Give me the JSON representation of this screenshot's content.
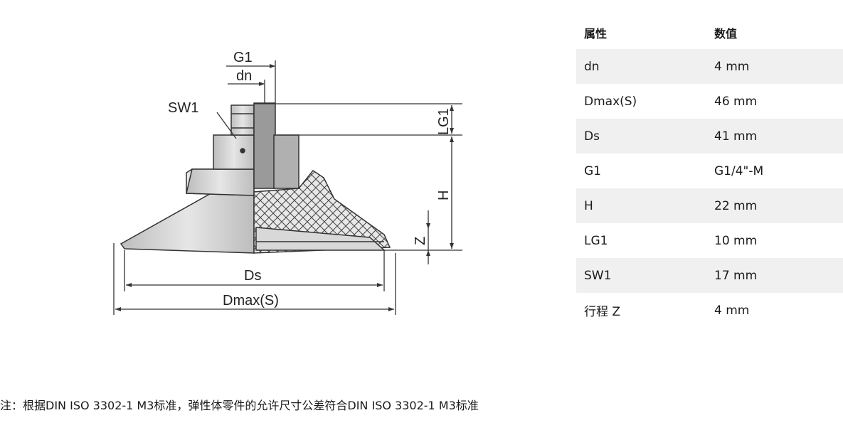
{
  "drawing": {
    "labels": {
      "g1": "G1",
      "dn": "dn",
      "sw1": "SW1",
      "lg1": "LG1",
      "h": "H",
      "z": "Z",
      "ds": "Ds",
      "dmax": "Dmax(S)"
    }
  },
  "table": {
    "headers": [
      "属性",
      "数值"
    ],
    "rows": [
      {
        "name": "dn",
        "value": "4 mm"
      },
      {
        "name": "Dmax(S)",
        "value": "46 mm"
      },
      {
        "name": "Ds",
        "value": "41 mm"
      },
      {
        "name": "G1",
        "value": "G1/4\"-M"
      },
      {
        "name": "H",
        "value": "22 mm"
      },
      {
        "name": "LG1",
        "value": "10 mm"
      },
      {
        "name": "SW1",
        "value": "17 mm"
      },
      {
        "name": "行程 Z",
        "value": "4 mm"
      }
    ]
  },
  "note": "注：根据DIN ISO 3302-1 M3标准，弹性体零件的允许尺寸公差符合DIN ISO 3302-1 M3标准"
}
